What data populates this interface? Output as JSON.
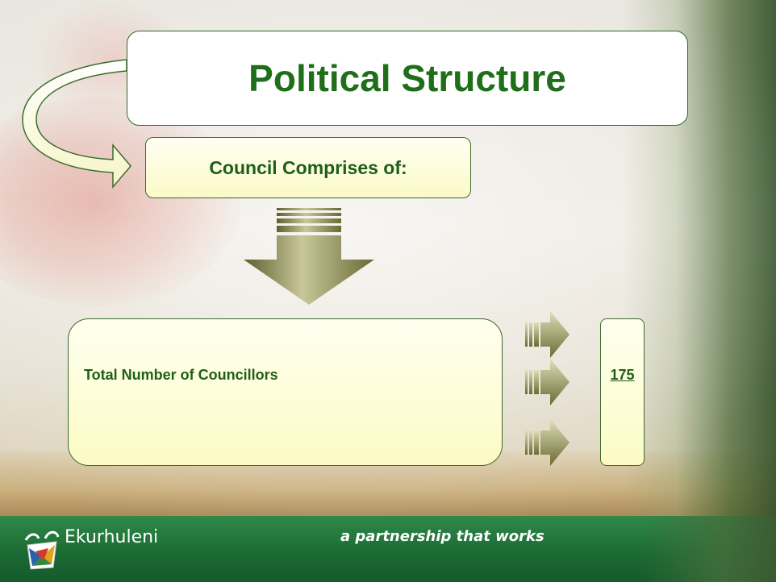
{
  "slide": {
    "title": "Political Structure",
    "subtitle_box": "Council Comprises of:",
    "row": {
      "label": "Total Number of Councillors",
      "value": "175"
    }
  },
  "footer": {
    "brand": "Ekurhuleni",
    "tagline": "a partnership that works"
  },
  "colors": {
    "accent_green": "#1f6e1a",
    "box_fill": "#fcfbc4",
    "arrow_olive": "#8a8a52",
    "footer_green": "#1c6b34"
  }
}
